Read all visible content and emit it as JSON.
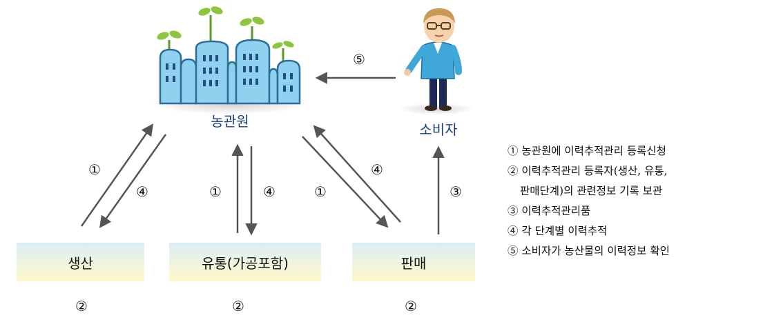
{
  "nodes": {
    "nongkwanwon": "농관원",
    "consumer": "소비자",
    "production": "생산",
    "distribution": "유통(가공포함)",
    "sales": "판매"
  },
  "markers": {
    "arrow5": "⑤",
    "prod_up": "①",
    "prod_down": "④",
    "dist_up": "①",
    "dist_down": "④",
    "sales_down": "①",
    "sales_up": "④",
    "consumer_up": "③",
    "prod_box": "②",
    "dist_box": "②",
    "sales_box": "②"
  },
  "legend": [
    "① 농관원에 이력추적관리 등록신청",
    "② 이력추적관리  등록자(생산, 유통,",
    "판매단계)의 관련정보 기록 보관",
    "③ 이력추적관리품",
    "④ 각 단계별 이력추적",
    "⑤ 소비자가 농산물의 이력정보 확인"
  ]
}
